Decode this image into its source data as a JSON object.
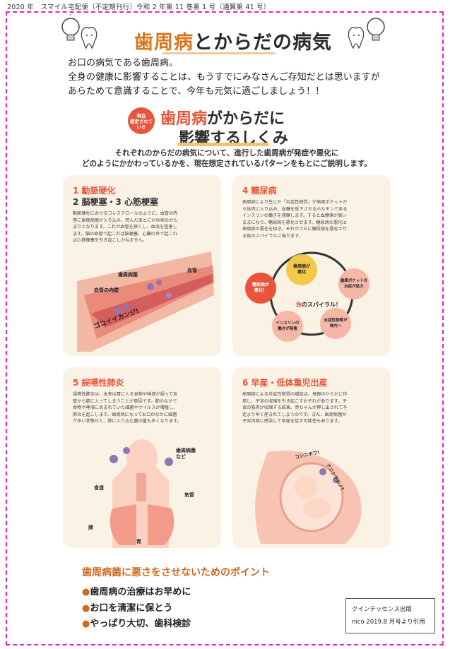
{
  "header": {
    "line": "2020 年　スマイル宅配便（不定期刊行）令和 2 年第 11 巻第 1 号（通算第 41 号）"
  },
  "title": {
    "accent": "歯周病",
    "rest": "とからだの病気"
  },
  "intro": [
    "お口の病気である歯周病。",
    "全身の健康に影響することは、もうすでにみなさんご存知だとは思いますが",
    "あらためて意識することで、今年も元気に過ごしましょう！！"
  ],
  "figure": {
    "badge": [
      "現在",
      "想定されて",
      "いる"
    ],
    "title_accent": "歯周病",
    "title_rest": "がからだに",
    "title_line2": "影響するしくみ",
    "subtitle": [
      "それぞれのからだの病気について、進行した歯周病が発症や悪化に",
      "どのようにかかわっているかを、現在想定されているパターンをもとにご説明します。"
    ],
    "panels": {
      "p1": {
        "title_line1": "1 動脈硬化",
        "title_line2": "2 脳梗塞・3 心筋梗塞",
        "text": [
          "動脈硬化におけるコレステロールのように、血管の内",
          "壁に歯周病菌が入り込み、死んだあとにかゆ状のかた",
          "まりとなります。これが血管を狭くし、血流を阻害し",
          "ます。脳の血管で起これば脳梗塞、心臓の弁で起これ",
          "ば心筋梗塞を引き起こしかねません。"
        ],
        "label_germs": "歯周病菌",
        "label_wall": "血管の内壁",
        "label_vessel": "血管",
        "sound": "ゴコイイカンジ!"
      },
      "p4": {
        "title": "4 糖尿病",
        "text": [
          "歯周病により生じた「炎症性物質」が歯周ポケットか",
          "ら体内に入り込み、血糖を低下させるホルモンである",
          "インスリンの働きを邪魔します。すると血糖値が高い",
          "ままになり、糖尿病を悪化させます。糖尿病の悪化は",
          "歯周病の悪化を招き、それがさらに糖尿病を悪化させ",
          "る負のスパイラルに陥ります。"
        ],
        "cycle": {
          "c1": [
            "歯周病が",
            "悪化"
          ],
          "c2": [
            "歯周ポケットの",
            "炎症が拡大"
          ],
          "c3": [
            "炎症性物質が",
            "体内へ"
          ],
          "c4": [
            "インスリンの",
            "働きが阻害"
          ],
          "c5": [
            "糖尿病が",
            "悪化！"
          ]
        },
        "spiral_accent": "負",
        "spiral_rest": "のスパイラル！"
      },
      "p5": {
        "title": "5 誤嚥性肺炎",
        "text": [
          "誤嚥性肺炎は、本来は胃に入る食物や唾液が誤って気",
          "管から肺に入ってしまうことが原因です。肺のなかで",
          "食物や唾液に含まれていた細菌やウイルスが増殖し、",
          "肺炎を起こします。歯周病になってお口のなかに細菌",
          "が多い状態だと、肺に入り込む菌の量も多くなります。"
        ],
        "label_germs": "歯周病菌",
        "label_germs2": "など",
        "label_esophagus": "食道",
        "label_trachea": "気管",
        "label_lung": "肺",
        "label_stomach": "胃"
      },
      "p6": {
        "title": "6 早産・低体重児出産",
        "text": [
          "歯周病による炎症性物質の増加は、母親のからだに作",
          "用し、子宮の収縮を引き起こすおそれがあります。子",
          "宮の筋肉が収縮する結果、赤ちゃんが押し出されて予",
          "定より早く産まれてしまうのです。また、歯周病菌が",
          "子宮内部に感染して早産を促す可能性もあります。"
        ],
        "greet1": "コンニチワ!",
        "greet2": "ナニシテルノ?"
      }
    }
  },
  "points": {
    "title": "歯周病菌に悪さをさせないためのポイント",
    "bullet": "●",
    "items": [
      "歯周病の治療はお早めに",
      "お口を清潔に保とう",
      "やっぱり大切、歯科検診"
    ]
  },
  "credit": {
    "line1": "クインテッセンス出版",
    "line2": "nico 2019.8 月号より引用"
  },
  "colors": {
    "accent": "#d9751b",
    "red": "#e6553c",
    "frame": "#e020c8",
    "panel": "#fbf2e6"
  },
  "icons": {
    "left": "lightbulb-tooth-icon",
    "right": "lightbulb-tooth-icon"
  }
}
